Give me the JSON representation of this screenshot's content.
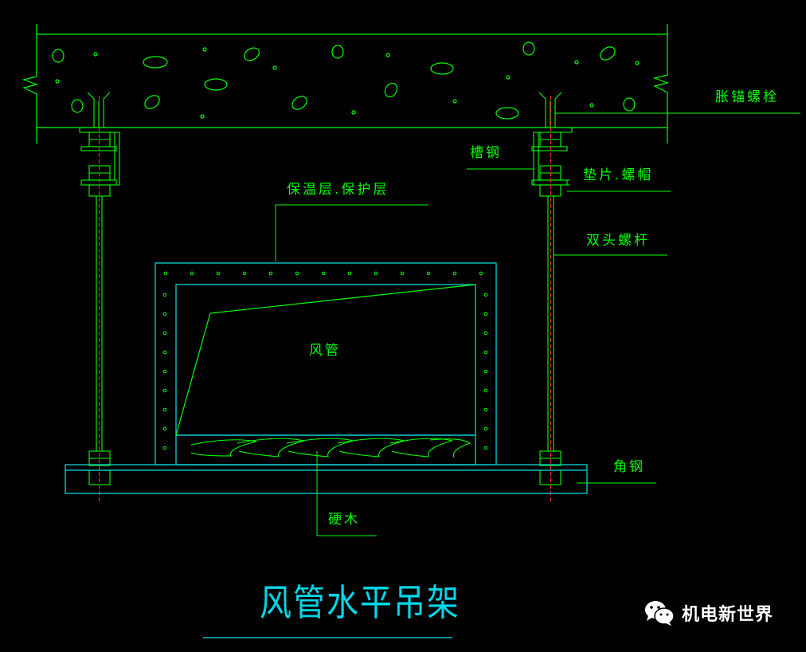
{
  "title": "风管水平吊架",
  "labels": {
    "anchor_bolt": "胀锚螺栓",
    "channel_steel": "槽钢",
    "washer_nut": "垫片.螺帽",
    "insulation": "保温层.保护层",
    "double_bolt": "双头螺杆",
    "duct": "风管",
    "angle_steel": "角钢",
    "hardwood": "硬木"
  },
  "watermark": {
    "text": "机电新世界",
    "icon": "wechat-icon"
  },
  "colors": {
    "background": "#000000",
    "line_green": "#00ff00",
    "line_cyan": "#00e5e5",
    "centerline_red": "#ff3030",
    "title": "#00d7e8",
    "watermark": "#ffffff"
  }
}
